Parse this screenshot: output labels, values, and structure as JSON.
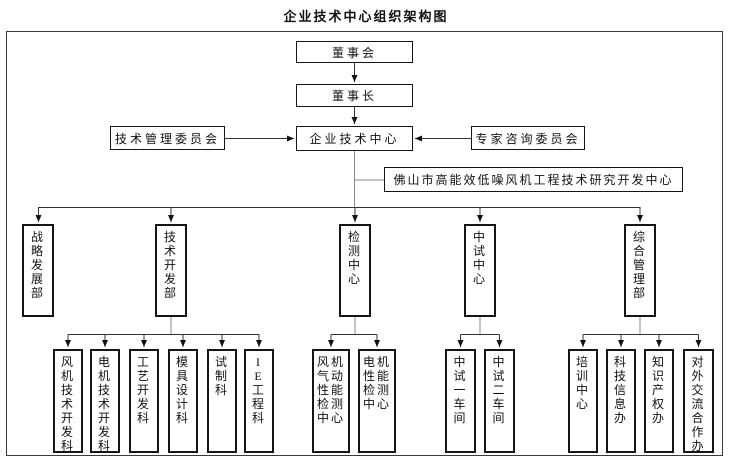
{
  "title": "企业技术中心组织架构图",
  "colors": {
    "line": "#333333",
    "line_light": "#8a8a8a",
    "box_border": "#151515",
    "text": "#111111",
    "background": "#ffffff"
  },
  "org": {
    "board": "董事会",
    "chairman": "董事长",
    "center": "企业技术中心",
    "left_committee": "技术管理委员会",
    "right_committee": "专家咨询委员会",
    "affiliate_center": "佛山市高能效低噪风机工程技术研究开发中心",
    "departments": [
      {
        "label": "战略发展部",
        "children": []
      },
      {
        "label": "技术开发部",
        "children": [
          {
            "label": "风机技术开发科"
          },
          {
            "label": "电机技术开发科"
          },
          {
            "label": "工艺开发科"
          },
          {
            "label": "模具设计科"
          },
          {
            "label": "试制科"
          },
          {
            "label": "IE工程科"
          }
        ]
      },
      {
        "label": "检测中心",
        "children": [
          {
            "label": "风机气动性能检测中心"
          },
          {
            "label": "电机性能检测中心"
          }
        ]
      },
      {
        "label": "中试中心",
        "children": [
          {
            "label": "中试一车间"
          },
          {
            "label": "中试二车间"
          }
        ]
      },
      {
        "label": "综合管理部",
        "children": [
          {
            "label": "培训中心"
          },
          {
            "label": "科技信息办"
          },
          {
            "label": "知识产权办"
          },
          {
            "label": "对外交流合作办"
          }
        ]
      }
    ]
  }
}
